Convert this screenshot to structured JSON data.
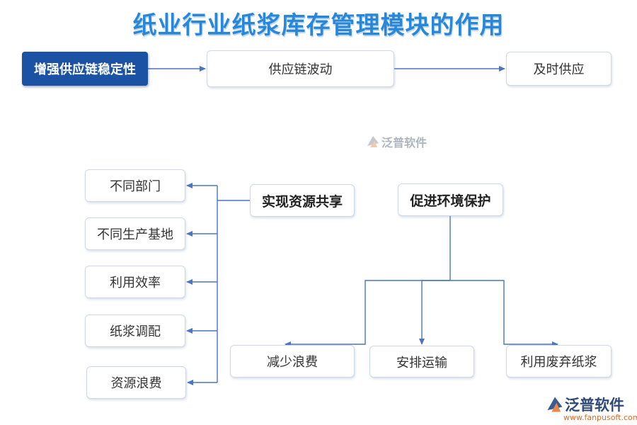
{
  "title": "纸业行业纸浆库存管理模块的作用",
  "top_row": {
    "root": "增强供应链稳定性",
    "middle": "供应链波动",
    "right": "及时供应"
  },
  "left_group": {
    "hub": "实现资源共享",
    "items": [
      "不同部门",
      "不同生产基地",
      "利用效率",
      "纸浆调配",
      "资源浪费"
    ]
  },
  "right_group": {
    "hub": "促进环境保护",
    "items": [
      "减少浪费",
      "安排运输",
      "利用废弃纸浆"
    ]
  },
  "watermark": {
    "brand": "泛普软件",
    "url": "www.fanpusoft.com"
  },
  "colors": {
    "accent": "#2a86d6",
    "dark_box": "#1c52a3",
    "connector": "#4a74c4"
  }
}
